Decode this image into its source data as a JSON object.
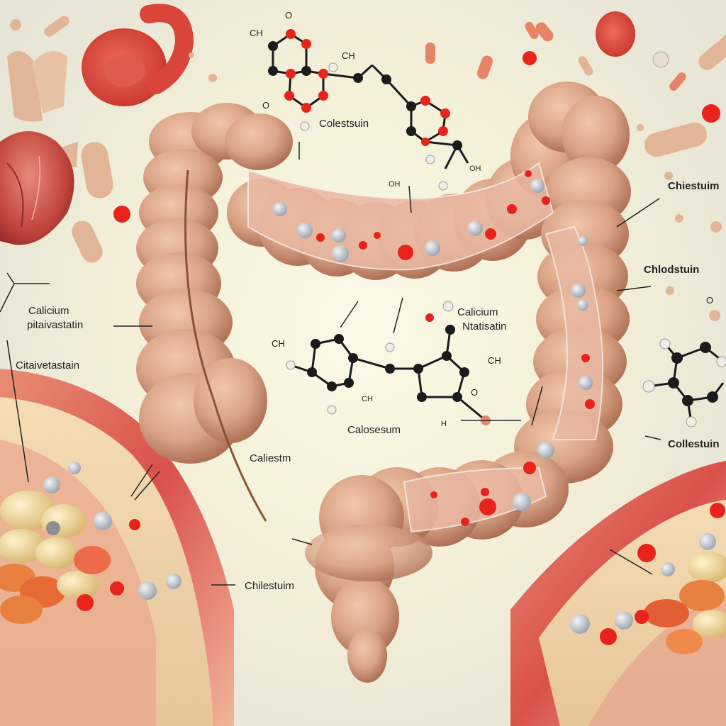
{
  "labels": {
    "colestsuin_top": "Colestsuin",
    "chiestuim_right": "Chiestuim",
    "chlodstuin": "Chlodstuin",
    "calicium_left_line1": "Calicium",
    "calicium_left_line2": "pitaivastatin",
    "citaivetastain": "Citaivetastain",
    "calicium_center_line1": "Calicium",
    "calicium_center_line2": "Ntatisatin",
    "calosesum": "Calosesum",
    "caliestm": "Caliestm",
    "collestuin": "Collestuin",
    "chilestuim_bottom": "Chilestuim"
  },
  "chem_text": {
    "ch_top_left": "CH",
    "o_top": "O",
    "o_left": "O",
    "ch_chain": "CH",
    "o_mid": "OH",
    "oh_right": "OH",
    "ch_center_left": "CH",
    "ch_center_right": "CH",
    "ch2_center": "CH",
    "o_center": "O",
    "o_far_right": "O",
    "h_center": "H"
  },
  "colors": {
    "intestine": "#d9a485",
    "intestine_dark": "#a8694f",
    "oxygen_atom": "#e8231b",
    "carbon_atom": "#1b1b1b",
    "hydrogen_atom": "#f1ede6",
    "tissue_red": "#d9514a",
    "plaque_yellow": "#efd58f"
  }
}
